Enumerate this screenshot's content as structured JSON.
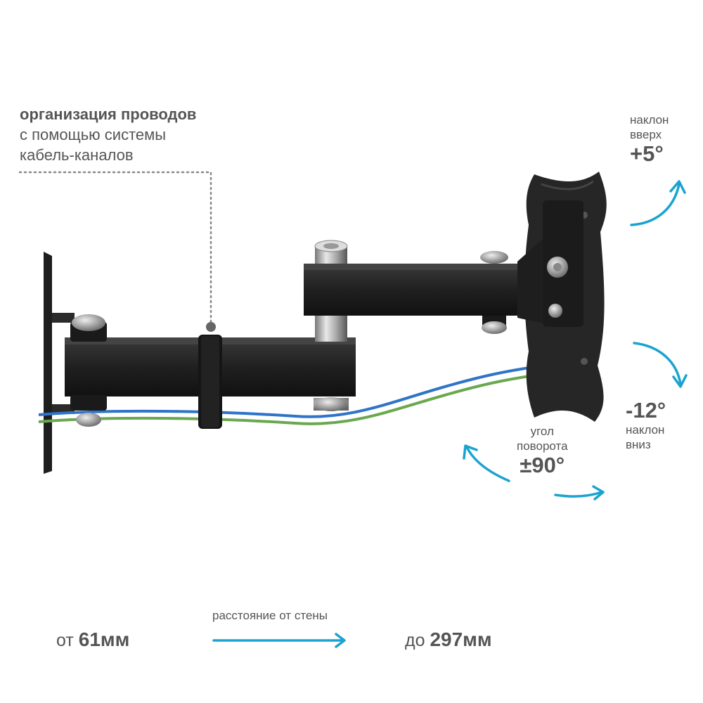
{
  "cable_management": {
    "line1": "организация проводов",
    "line2": "с помощью системы",
    "line3": "кабель-каналов"
  },
  "tilt_up": {
    "line1": "наклон",
    "line2": "вверх",
    "value": "+5°"
  },
  "tilt_down": {
    "value": "-12°",
    "line1": "наклон",
    "line2": "вниз"
  },
  "rotation": {
    "line1": "угол",
    "line2": "поворота",
    "value": "±90°"
  },
  "distance": {
    "caption": "расстояние от стены",
    "from_prefix": "от",
    "from_value": "61мм",
    "to_prefix": "до",
    "to_value": "297мм"
  },
  "colors": {
    "accent": "#1aa3d1",
    "metal": "#2a2a2a",
    "text": "#555555",
    "cable_blue": "#2f74c8",
    "cable_green": "#6aa84f"
  }
}
